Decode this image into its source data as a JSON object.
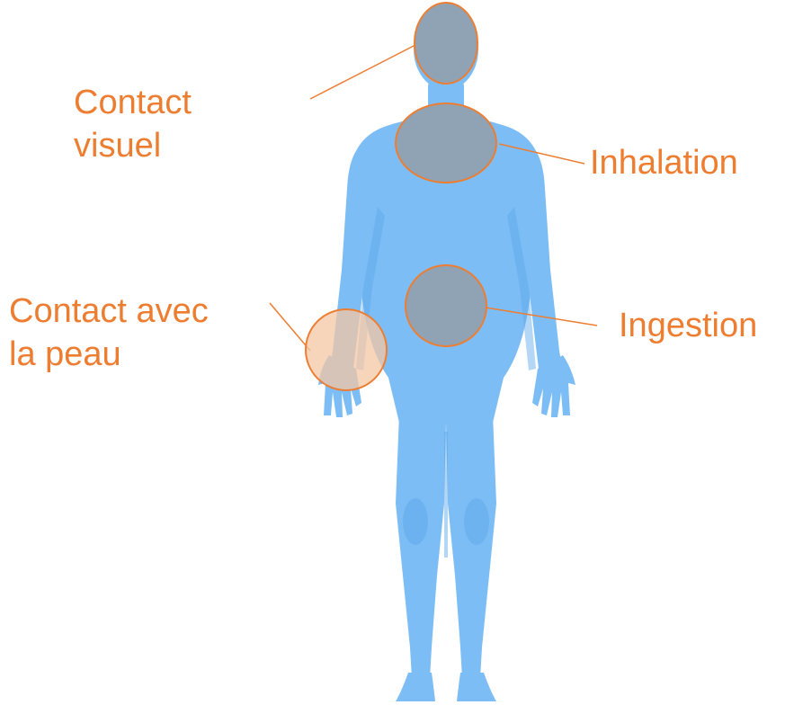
{
  "colors": {
    "label": "#ED7D31",
    "body_fill": "#7DBDF5",
    "body_shade": "#5AA6EA",
    "highlight_fill": "#8FA3B5",
    "highlight_stroke": "#ED7D31",
    "skin_fill": "#F4C7A4"
  },
  "routes": {
    "eye_contact": {
      "line1": "Contact",
      "line2": "visuel",
      "icon": "head-circle"
    },
    "inhalation": {
      "line1": "Inhalation",
      "icon": "chest-circle"
    },
    "skin_contact": {
      "line1": "Contact avec",
      "line2": "la peau",
      "icon": "hand-circle"
    },
    "ingestion": {
      "line1": "Ingestion",
      "icon": "stomach-circle"
    }
  }
}
